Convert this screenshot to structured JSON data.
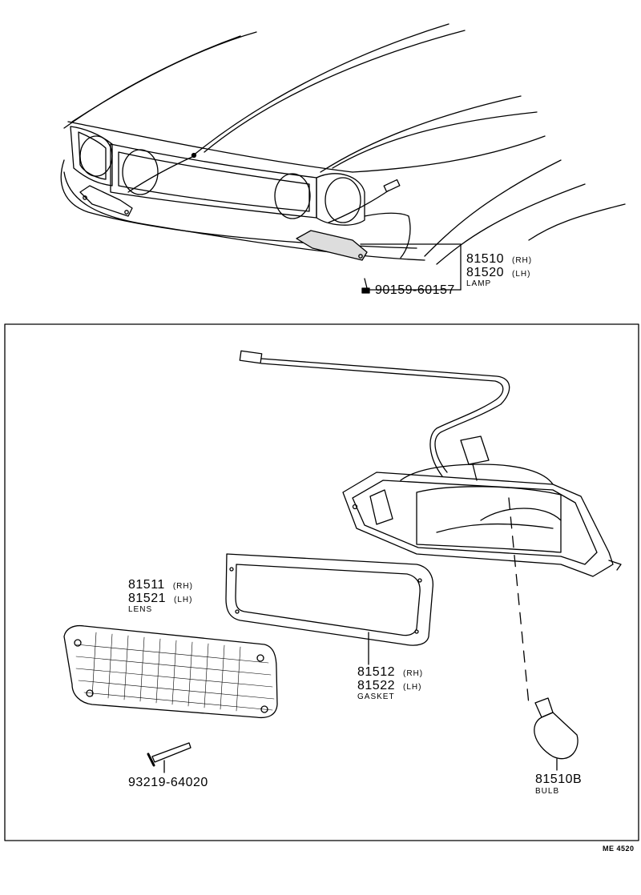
{
  "overview": {
    "lamp_rh": {
      "part": "81510",
      "side": "(RH)"
    },
    "lamp_lh": {
      "part": "81520",
      "side": "(LH)"
    },
    "lamp_desc": "LAMP",
    "screw": "90159-60157"
  },
  "exploded": {
    "lens_rh": {
      "part": "81511",
      "side": "(RH)"
    },
    "lens_lh": {
      "part": "81521",
      "side": "(LH)"
    },
    "lens_desc": "LENS",
    "gasket_rh": {
      "part": "81512",
      "side": "(RH)"
    },
    "gasket_lh": {
      "part": "81522",
      "side": "(LH)"
    },
    "gasket_desc": "GASKET",
    "lens_screw": "93219-64020",
    "bulb_part": "81510B",
    "bulb_desc": "BULB"
  },
  "ref_code": "ME 4520"
}
